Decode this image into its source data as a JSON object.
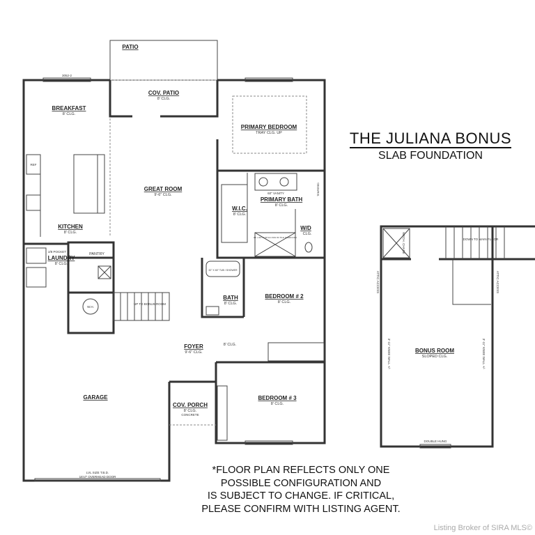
{
  "title": "THE JULIANA BONUS",
  "subtitle": "SLAB FOUNDATION",
  "note_lines": [
    "*FLOOR PLAN REFLECTS ONLY ONE",
    "POSSIBLE CONFIGURATION AND",
    "IS SUBJECT TO CHANGE. IF CRITICAL,",
    "PLEASE CONFIRM WITH LISTING AGENT."
  ],
  "watermark": "Listing Broker of SIRA MLS©",
  "main_floor": {
    "rooms": [
      {
        "name": "PATIO",
        "sub": ""
      },
      {
        "name": "COV. PATIO",
        "sub": "8' CLG."
      },
      {
        "name": "BREAKFAST",
        "sub": "8' CLG."
      },
      {
        "name": "PRIMARY BEDROOM",
        "sub": "TRAY CLG. UP"
      },
      {
        "name": "GREAT ROOM",
        "sub": "9'-6\" CLG."
      },
      {
        "name": "PRIMARY BATH",
        "sub": "8' CLG."
      },
      {
        "name": "W.I.C.",
        "sub": "8' CLG."
      },
      {
        "name": "W/D",
        "sub": "CLG."
      },
      {
        "name": "KITCHEN",
        "sub": "8' CLG."
      },
      {
        "name": "PANTRY",
        "sub": ""
      },
      {
        "name": "LAUNDRY",
        "sub": "8' CLG."
      },
      {
        "name": "BATH",
        "sub": "8' CLG."
      },
      {
        "name": "BEDROOM # 2",
        "sub": "8' CLG."
      },
      {
        "name": "FOYER",
        "sub": "9'-6\" CLG."
      },
      {
        "name": "GARAGE",
        "sub": ""
      },
      {
        "name": "COV. PORCH",
        "sub": "8' CLG."
      },
      {
        "name": "BEDROOM # 3",
        "sub": "8' CLG."
      }
    ],
    "labels": {
      "stairs": "UP TO BONUS ROOM",
      "water_heater": "W.H.",
      "hall_clg": "8' CLG.",
      "porch_material": "CONCRETE",
      "garage_door_1": "LVL SIZE T.B.D.",
      "garage_door_2": "16'x7' OVERHEAD DOOR",
      "pocket_door": "2/8 POCKET",
      "vanity": "60\" VANITY",
      "tub": "32\" X 60\" TUB / SHOWER",
      "shower": "34\" x 60\" ACRYLIC PAN W/ TILE SURROUND",
      "fridge": "REF",
      "tempered": "TEMPERED",
      "window": "3052-2"
    }
  },
  "bonus_floor": {
    "room": {
      "name": "BONUS ROOM",
      "sub": "SLOPED CLG."
    },
    "stairs": "DOWN TO MAIN FLOOR",
    "mech_chase": "MECH. CHASE",
    "attic_left": "ATTIC ACCESS",
    "attic_right": "ATTIC ACCESS",
    "knee_wall": "3'-11\" KNEE WALL +/-",
    "window": "DOUBLE HUNG"
  }
}
